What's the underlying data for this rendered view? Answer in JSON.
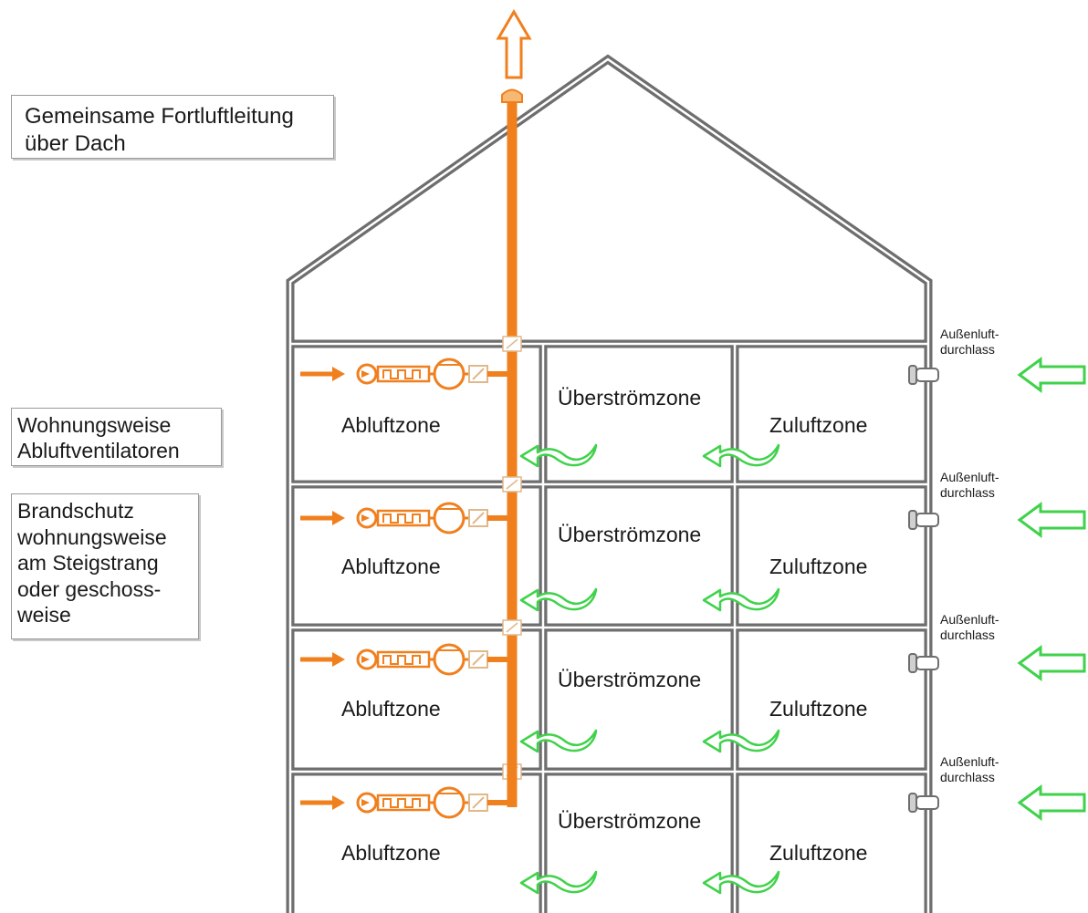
{
  "labels": {
    "roof_outlet": [
      "Gemeinsame Fortluftleitung",
      "über Dach"
    ],
    "fans": [
      "Wohnungsweise",
      "Abluftventilatoren"
    ],
    "fire": [
      "Brandschutz",
      "wohnungsweise",
      "am Steigstrang",
      "oder geschoss-",
      "weise"
    ]
  },
  "floors": [
    {
      "exhaust_zone": "Abluftzone",
      "transfer_zone": "Überströmzone",
      "supply_zone": "Zuluftzone",
      "inlet": [
        "Außenluft-",
        "durchlass"
      ]
    },
    {
      "exhaust_zone": "Abluftzone",
      "transfer_zone": "Überströmzone",
      "supply_zone": "Zuluftzone",
      "inlet": [
        "Außenluft-",
        "durchlass"
      ]
    },
    {
      "exhaust_zone": "Abluftzone",
      "transfer_zone": "Überströmzone",
      "supply_zone": "Zuluftzone",
      "inlet": [
        "Außenluft-",
        "durchlass"
      ]
    },
    {
      "exhaust_zone": "Abluftzone",
      "transfer_zone": "Überströmzone",
      "supply_zone": "Zuluftzone",
      "inlet": [
        "Außenluft-",
        "durchlass"
      ]
    }
  ],
  "colors": {
    "wall": "#6e6e6e",
    "exhaust": "#f07f1e",
    "fresh_air": "#3fd24a",
    "device_fill": "#ffffff"
  }
}
